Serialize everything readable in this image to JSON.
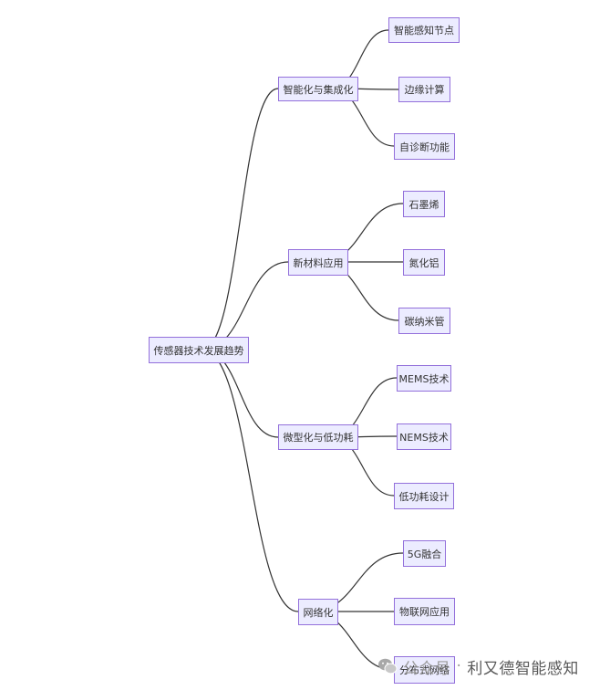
{
  "root": {
    "label": "传感器技术发展趋势"
  },
  "branches": [
    {
      "label": "智能化与集成化",
      "children": [
        "智能感知节点",
        "边缘计算",
        "自诊断功能"
      ]
    },
    {
      "label": "新材料应用",
      "children": [
        "石墨烯",
        "氮化铝",
        "碳纳米管"
      ]
    },
    {
      "label": "微型化与低功耗",
      "children": [
        "MEMS技术",
        "NEMS技术",
        "低功耗设计"
      ]
    },
    {
      "label": "网络化",
      "children": [
        "5G融合",
        "物联网应用",
        "分布式网络"
      ]
    }
  ],
  "watermark": {
    "prefix": "公众号",
    "separator": "·",
    "name": "利又德智能感知",
    "icon": "wechat-icon"
  },
  "colors": {
    "node_fill": "#ececff",
    "node_border": "#9370db",
    "edge": "#333333",
    "text": "#333333"
  }
}
